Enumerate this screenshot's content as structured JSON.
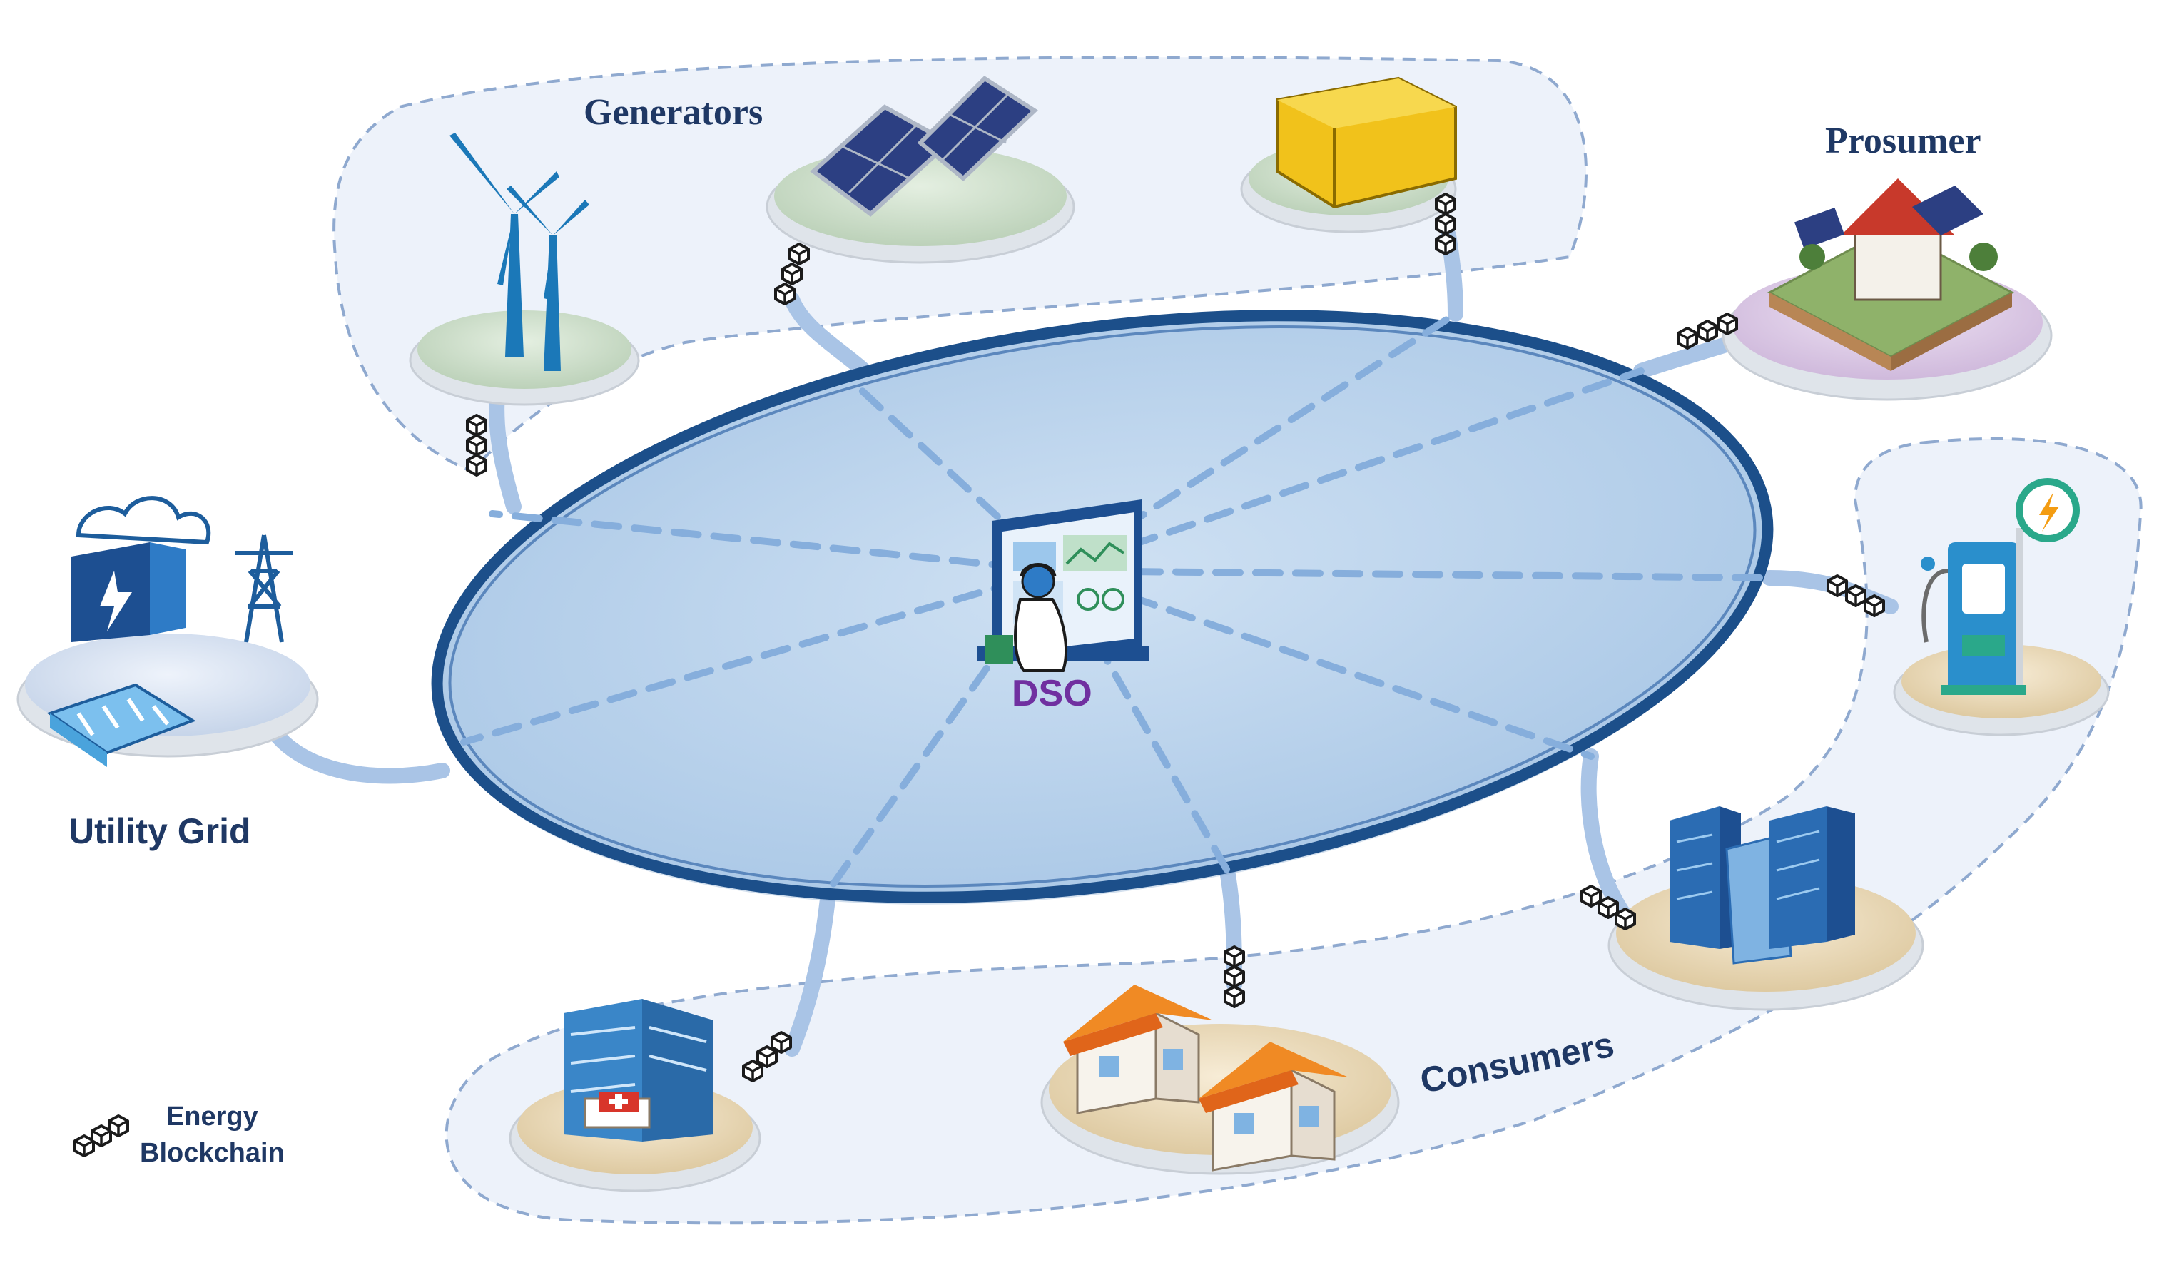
{
  "labels": {
    "generators": "Generators",
    "prosumer": "Prosumer",
    "utility_grid": "Utility Grid",
    "dso": "DSO",
    "consumers": "Consumers"
  },
  "legend": {
    "icon": "blockchain-icon",
    "line1": "Energy",
    "line2": "Blockchain"
  },
  "icons": {
    "wind": "wind-turbine-icon",
    "solar": "solar-panel-icon",
    "generator": "diesel-generator-icon",
    "prosumer": "prosumer-house-icon",
    "utility": "power-plant-icon",
    "ev": "ev-charger-icon",
    "office": "office-building-icon",
    "houses": "houses-icon",
    "hospital": "hospital-icon",
    "operator": "dso-operator-icon"
  },
  "colors": {
    "title": "#1f3864",
    "dso": "#7030a0",
    "ring_stroke": "#1c4f8a",
    "ring_fill": "#b9d3ea",
    "group_fill": "#edf2fa",
    "group_stroke": "#8fa9cf",
    "spoke": "#86aedc",
    "link": "#a9c4e6"
  }
}
